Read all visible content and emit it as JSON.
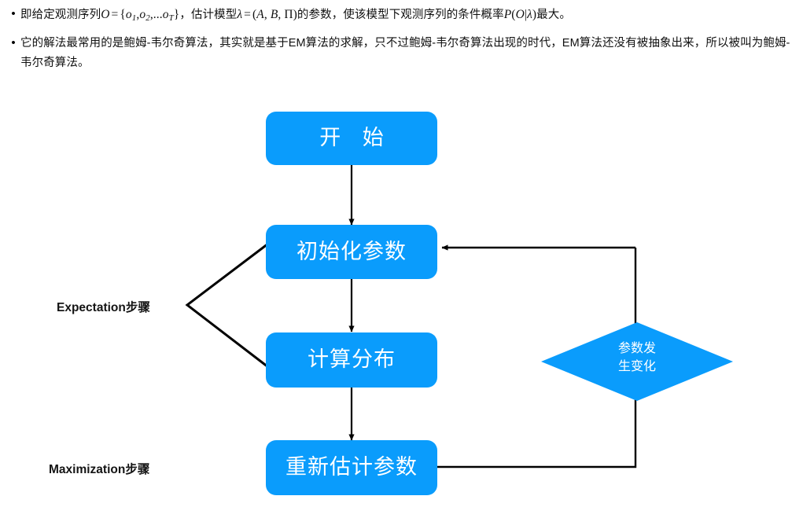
{
  "notes": {
    "bullets": [
      {
        "id": "bullet-1",
        "parts": {
          "t1": "即给定观测序列",
          "v_O": "O",
          "eq1": "=",
          "set_open": "{",
          "o1": "o",
          "o1s": "1",
          "c1": ",",
          "o2": "o",
          "o2s": "2",
          "c2": ",...",
          "oT": "o",
          "oTs": "T",
          "set_close": "}",
          "t2": "，估计模型",
          "v_lambda": "λ",
          "eq2": "=",
          "paren_open": "(",
          "v_A": "A",
          "cc1": ", ",
          "v_B": "B",
          "cc2": ", ",
          "v_Pi": "Π",
          "paren_close": ")",
          "t3": "的参数，使该模型下观测序列的条件概率",
          "v_P": "P",
          "p_open": "(",
          "v_O2": "O",
          "mid": "|",
          "v_lambda2": "λ",
          "p_close": ")",
          "t4": "最大。"
        }
      },
      {
        "id": "bullet-2",
        "text": "它的解法最常用的是鲍姆-韦尔奇算法，其实就是基于EM算法的求解，只不过鲍姆-韦尔奇算法出现的时代，EM算法还没有被抽象出来，所以被叫为鲍姆-韦尔奇算法。"
      }
    ]
  },
  "flowchart": {
    "accent_color": "#0A9CFC",
    "line_color": "#000000",
    "nodes": [
      {
        "id": "start",
        "label": "开 始",
        "shape": "rounded-rect"
      },
      {
        "id": "init",
        "label": "初始化参数",
        "shape": "rounded-rect"
      },
      {
        "id": "compute",
        "label": "计算分布",
        "shape": "rounded-rect"
      },
      {
        "id": "reestimate",
        "label": "重新估计参数",
        "shape": "rounded-rect"
      }
    ],
    "decision": {
      "id": "params-changed",
      "line1": "参数发",
      "line2": "生变化",
      "shape": "diamond"
    },
    "side_labels": [
      {
        "id": "expectation",
        "label": "Expectation步骤"
      },
      {
        "id": "maximization",
        "label": "Maximization步骤"
      }
    ]
  }
}
